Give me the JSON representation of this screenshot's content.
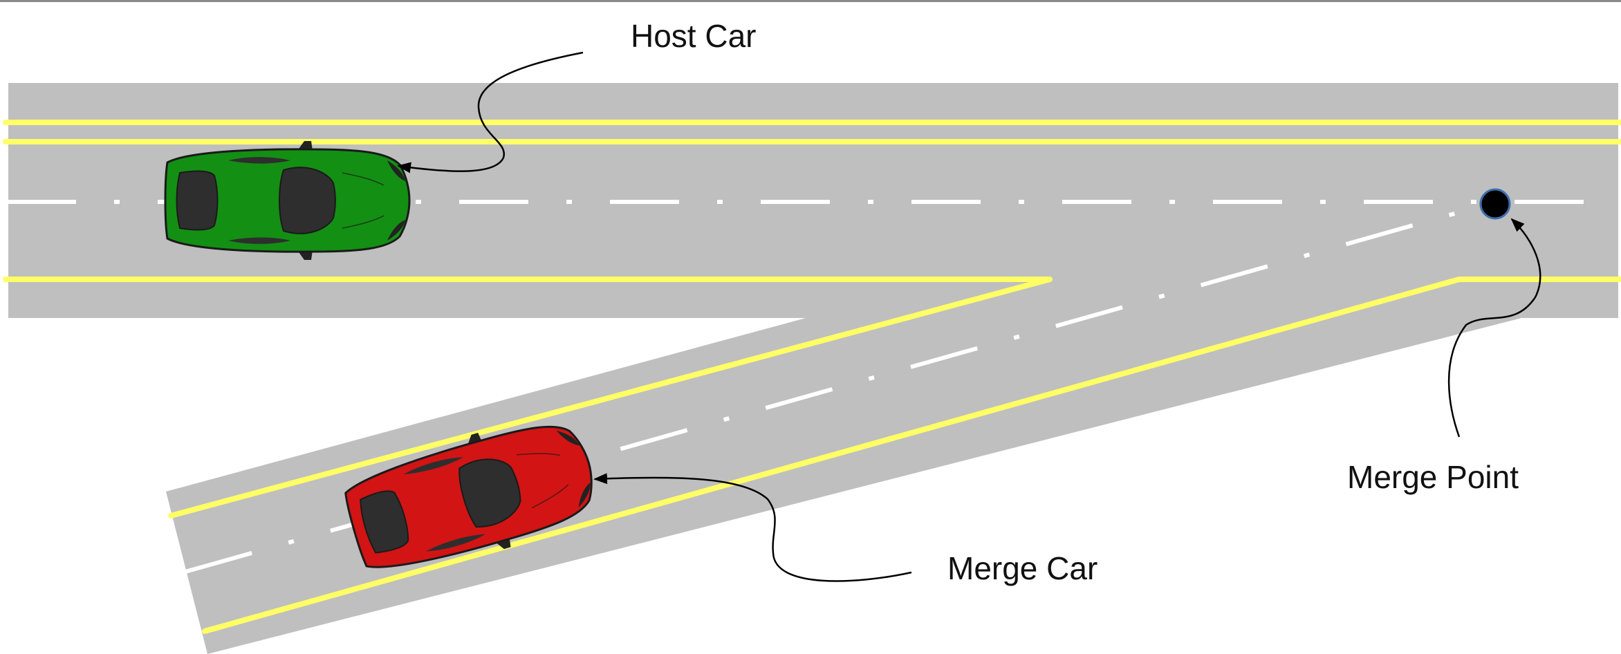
{
  "labels": {
    "host_car": "Host Car",
    "merge_car": "Merge Car",
    "merge_point": "Merge Point"
  },
  "colors": {
    "road": "#bfbfbf",
    "lane_edge": "#ffff66",
    "center_dash": "#ffffff",
    "host_car": "#138f13",
    "merge_car": "#d21414",
    "car_glass": "#2e2e2e",
    "merge_point": "#000000",
    "merge_point_ring": "#3d6fb0",
    "annotation": "#000000"
  },
  "icons": {
    "host_car": "car-top-view-icon",
    "merge_car": "car-top-view-icon",
    "merge_point": "filled-circle-marker-icon"
  }
}
